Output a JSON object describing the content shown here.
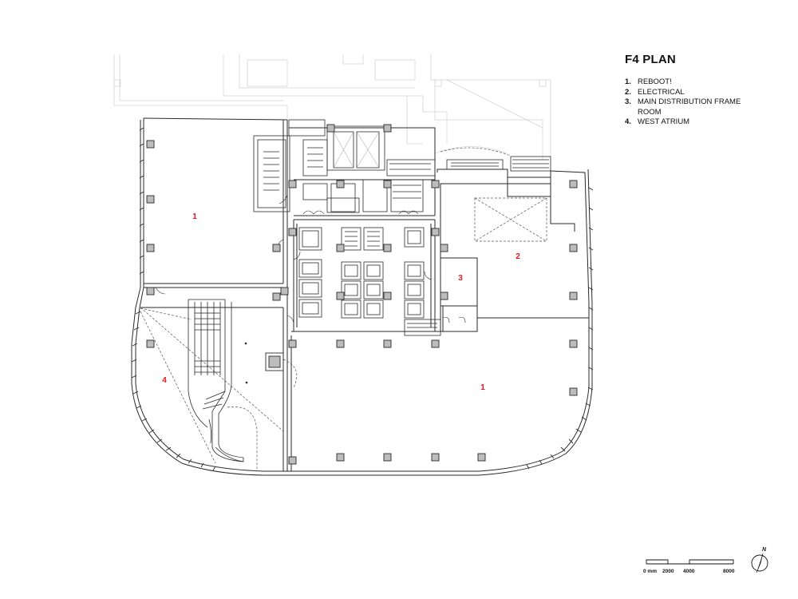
{
  "title": "F4 PLAN",
  "legend": [
    {
      "num": "1.",
      "label": "REBOOT!"
    },
    {
      "num": "2.",
      "label": "ELECTRICAL"
    },
    {
      "num": "3.",
      "label": "MAIN DISTRIBUTION FRAME ROOM"
    },
    {
      "num": "4.",
      "label": "WEST ATRIUM"
    }
  ],
  "room_labels": {
    "reboot_west": "1",
    "reboot_east": "1",
    "electrical": "2",
    "mdf_room": "3",
    "west_atrium": "4"
  },
  "scale_bar": {
    "labels": [
      "0 mm",
      "2000",
      "4000",
      "8000"
    ]
  },
  "north_arrow": {
    "label": "N"
  },
  "colors": {
    "line": "#2a2a2a",
    "ghost": "#d2d2d2",
    "room_label": "#e8131b",
    "column": "#7a7a7a"
  }
}
